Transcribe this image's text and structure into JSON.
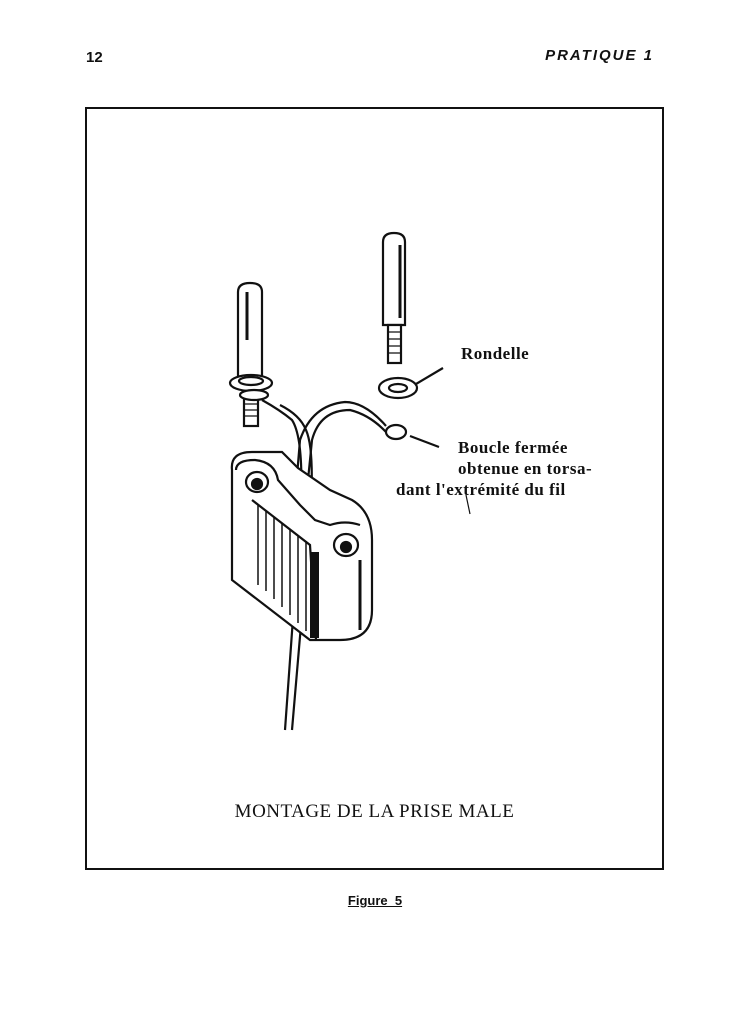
{
  "header": {
    "page_number": "12",
    "running_head": "PRATIQUE 1"
  },
  "figure": {
    "labels": {
      "washer": "Rondelle",
      "loop_line1": "Boucle fermée",
      "loop_line2": "obtenue en torsa-",
      "loop_line3": "dant l'extrémité du fil"
    },
    "caption": "MONTAGE DE LA PRISE MALE",
    "number": "Figure_5"
  }
}
